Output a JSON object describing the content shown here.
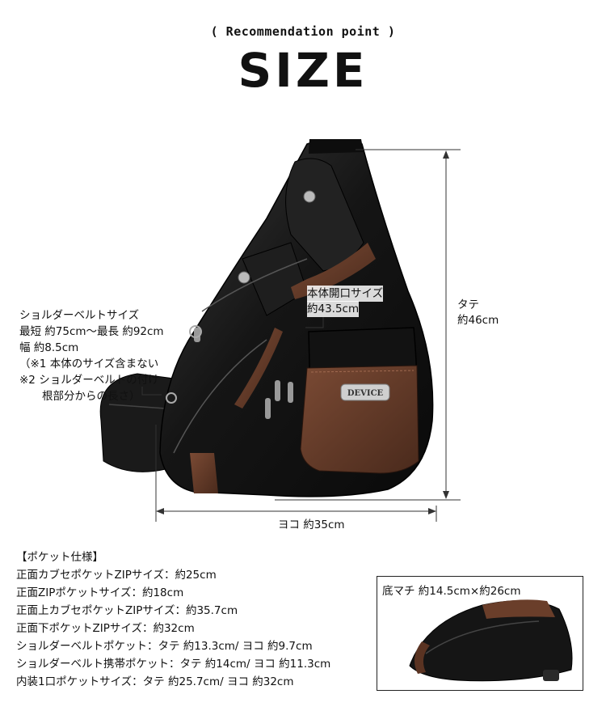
{
  "header": {
    "subtitle": "( Recommendation point )",
    "title": "SIZE"
  },
  "dimensions": {
    "height_label": "タテ",
    "height_value": "約46cm",
    "width_label": "ヨコ 約35cm",
    "opening_label": "本体開口サイズ",
    "opening_value": "約43.5cm"
  },
  "shoulder_belt": {
    "lines": [
      "ショルダーベルトサイズ",
      "最短 約75cm～最長 約92cm",
      "幅 約8.5cm",
      "（※1 本体のサイズ含まない",
      "※2 ショルダーベルトの付け",
      "根部分からの長さ）"
    ]
  },
  "product": {
    "badge_text": "DEVICE"
  },
  "pocket_specs": {
    "heading": "【ポケット仕様】",
    "lines": [
      "正面カブセポケットZIPサイズ：約25cm",
      "正面ZIPポケットサイズ：約18cm",
      "正面上カブセポケットZIPサイズ：約35.7cm",
      "正面下ポケットZIPサイズ：約32cm",
      "ショルダーベルトポケット：タテ 約13.3cm/ ヨコ 約9.7cm",
      "ショルダーベルト携帯ポケット：タテ 約14cm/ ヨコ 約11.3cm",
      "内装1口ポケットサイズ：タテ 約25.7cm/ ヨコ 約32cm"
    ]
  },
  "inset": {
    "label": "底マチ 約14.5cm×約26cm"
  }
}
